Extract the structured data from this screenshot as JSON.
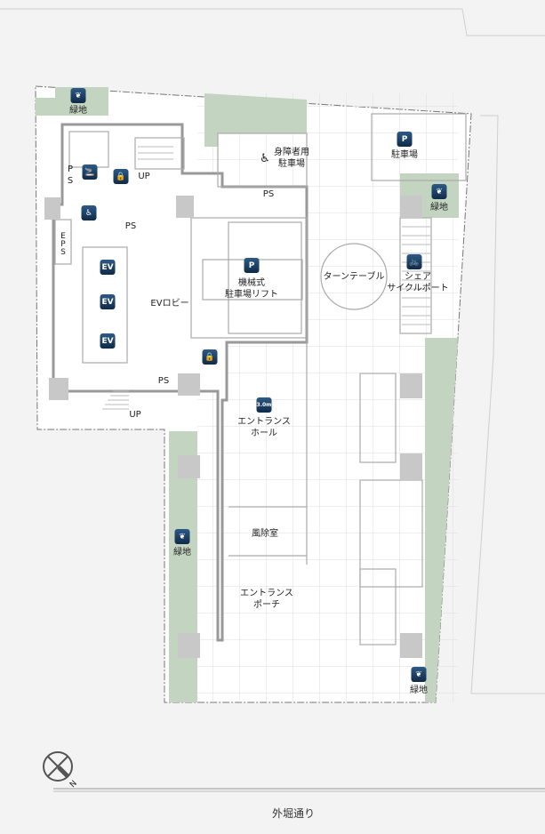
{
  "labels": {
    "greenery": "緑地",
    "accessible_parking": "身障者用\n駐車場",
    "parking": "駐車場",
    "mechanical_lift": "機械式\n駐車場リフト",
    "turntable": "ターンテーブル",
    "share_cycle": "シェア\nサイクルポート",
    "ev_lobby": "EVロビー",
    "entrance_hall": "エントランス\nホール",
    "windbreak_room": "風除室",
    "entrance_porch": "エントランス\nポーチ",
    "ps": "PS",
    "ps_vertical": "P\nS",
    "eps": "E\nP\nS",
    "up": "UP",
    "ev": "EV",
    "north": "N",
    "road": "外堀通り",
    "ceiling_height": "3.0m"
  },
  "icons": [
    "leaf-icon",
    "parking-icon",
    "wheelchair-icon",
    "lock-icon",
    "smoking-icon",
    "bicycle-icon",
    "elevator-icon",
    "ceiling-height-icon",
    "compass-icon"
  ],
  "colors": {
    "greenery": "#c3d5c0",
    "icon": "#1b3b5e",
    "wall": "#9a9a9a",
    "column": "#c8c8c8"
  }
}
